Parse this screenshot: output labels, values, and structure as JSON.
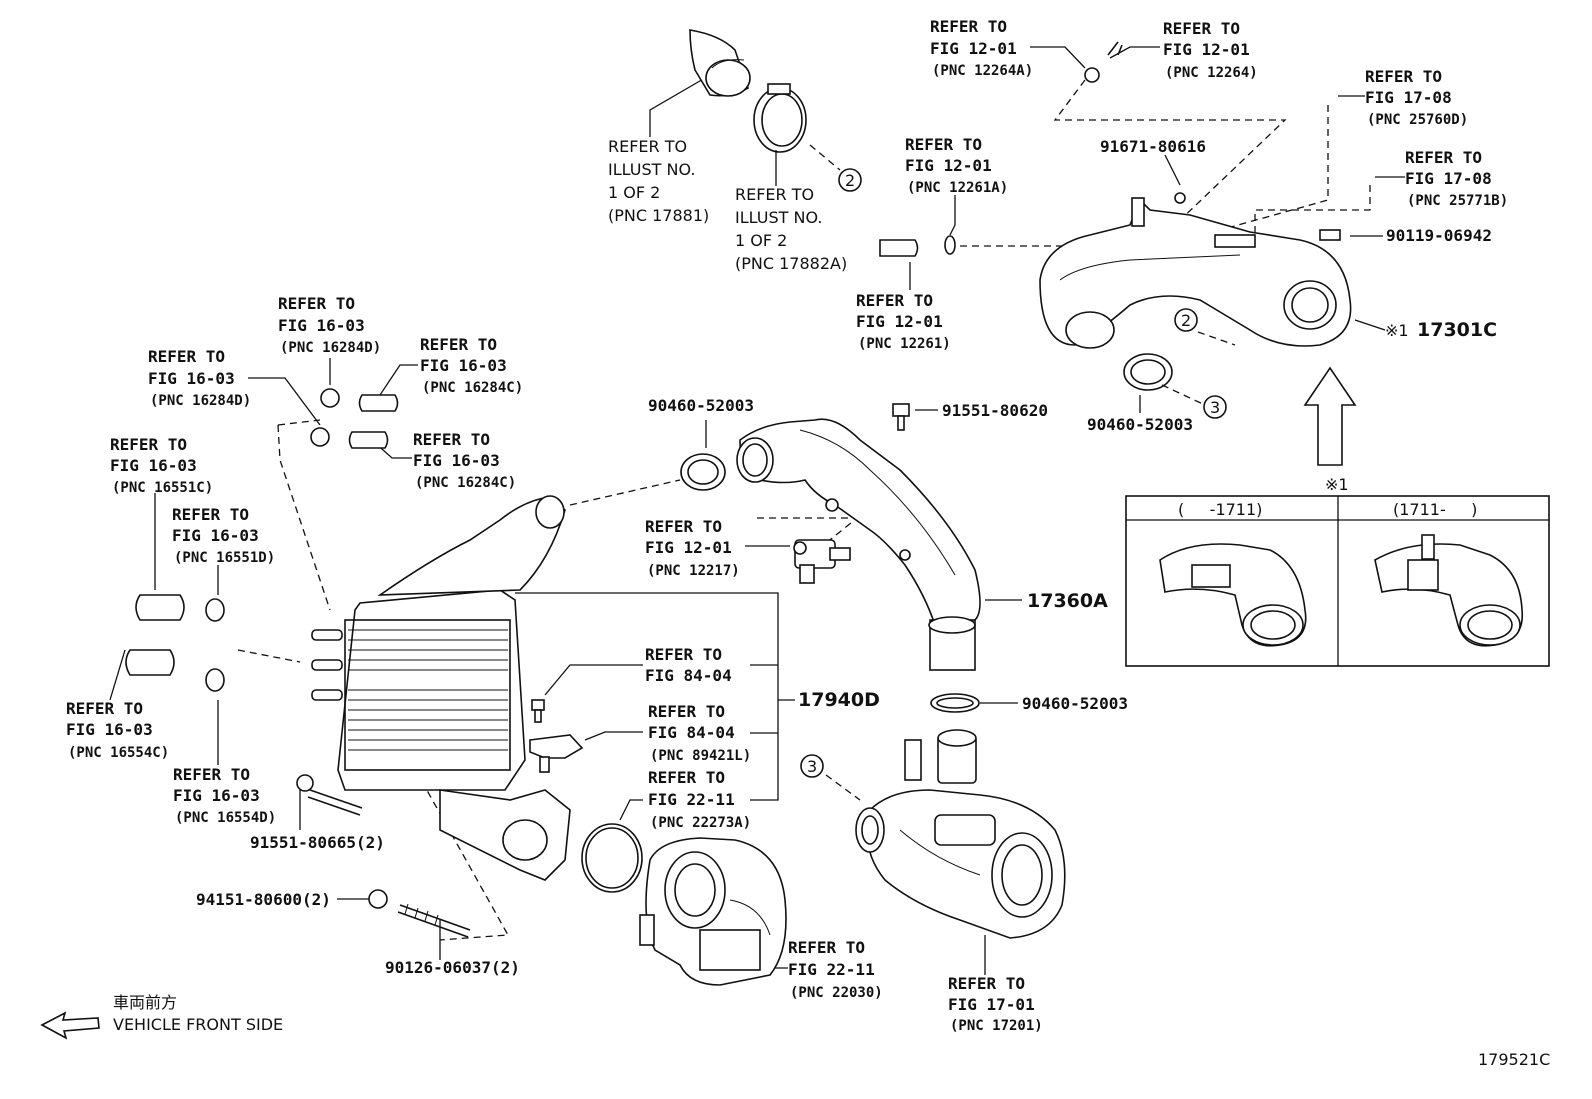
{
  "figure_code": "179521C",
  "direction": {
    "jp": "車両前方",
    "en": "VEHICLE FRONT SIDE"
  },
  "callouts": {
    "c2": "2",
    "c3": "3"
  },
  "inset": {
    "marker": "※1",
    "left_header": "(     -1711)",
    "right_header": "(1711-     )"
  },
  "labels": {
    "illust_17881": [
      "REFER TO",
      "ILLUST NO.",
      "1 OF 2",
      "(PNC 17881)"
    ],
    "illust_17882a": [
      "REFER TO",
      "ILLUST NO.",
      "1 OF 2",
      "(PNC 17882A)"
    ],
    "fig1201_12264a": [
      "REFER TO",
      "FIG 12-01",
      "(PNC 12264A)"
    ],
    "fig1201_12264": [
      "REFER TO",
      "FIG 12-01",
      "(PNC 12264)"
    ],
    "fig1708_25760d": [
      "REFER TO",
      "FIG 17-08",
      "(PNC 25760D)"
    ],
    "fig1708_25771b": [
      "REFER TO",
      "FIG 17-08",
      "(PNC 25771B)"
    ],
    "fig1201_12261a": [
      "REFER TO",
      "FIG 12-01",
      "(PNC 12261A)"
    ],
    "fig1201_12261": [
      "REFER TO",
      "FIG 12-01",
      "(PNC 12261)"
    ],
    "fig1603_16284d_a": [
      "REFER TO",
      "FIG 16-03",
      "(PNC 16284D)"
    ],
    "fig1603_16284c_a": [
      "REFER TO",
      "FIG 16-03",
      "(PNC 16284C)"
    ],
    "fig1603_16284d_b": [
      "REFER TO",
      "FIG 16-03",
      "(PNC 16284D)"
    ],
    "fig1603_16284c_b": [
      "REFER TO",
      "FIG 16-03",
      "(PNC 16284C)"
    ],
    "fig1603_16551c": [
      "REFER TO",
      "FIG 16-03",
      "(PNC 16551C)"
    ],
    "fig1603_16551d": [
      "REFER TO",
      "FIG 16-03",
      "(PNC 16551D)"
    ],
    "fig1603_16554c": [
      "REFER TO",
      "FIG 16-03",
      "(PNC 16554C)"
    ],
    "fig1603_16554d": [
      "REFER TO",
      "FIG 16-03",
      "(PNC 16554D)"
    ],
    "fig1201_12217": [
      "REFER TO",
      "FIG 12-01",
      "(PNC 12217)"
    ],
    "fig8404_a": [
      "REFER TO",
      "FIG 84-04"
    ],
    "fig8404_89421l": [
      "REFER TO",
      "FIG 84-04",
      "(PNC 89421L)"
    ],
    "fig2211_22273a": [
      "REFER TO",
      "FIG 22-11",
      "(PNC 22273A)"
    ],
    "fig2211_22030": [
      "REFER TO",
      "FIG 22-11",
      "(PNC 22030)"
    ],
    "fig1701_17201": [
      "REFER TO",
      "FIG 17-01",
      "(PNC 17201)"
    ]
  },
  "part_numbers": {
    "p91671": "91671-80616",
    "p90119": "90119-06942",
    "p17301c": "17301C",
    "p17301c_mark": "※1",
    "p90460_top": "90460-52003",
    "p90460_left": "90460-52003",
    "p91551_80620": "91551-80620",
    "p17360a": "17360A",
    "p90460_right": "90460-52003",
    "p17940d": "17940D",
    "p91551_80665": "91551-80665(2)",
    "p94151": "94151-80600(2)",
    "p90126": "90126-06037(2)"
  }
}
